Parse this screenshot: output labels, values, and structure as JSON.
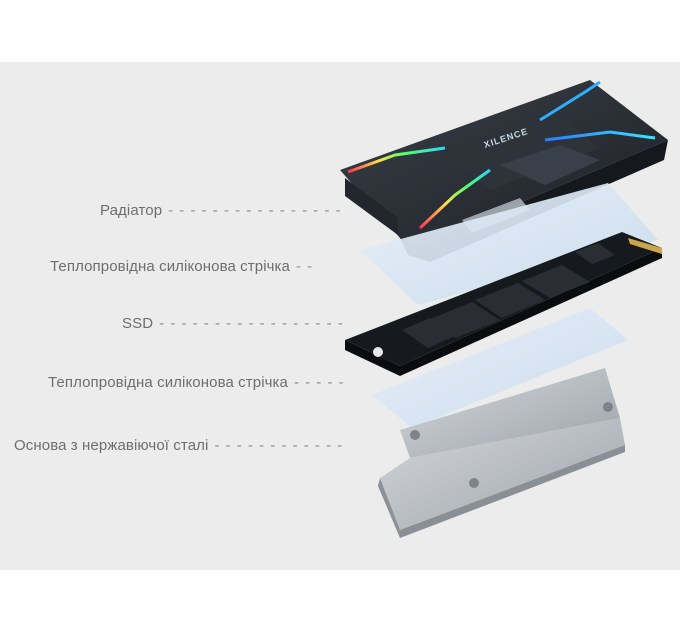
{
  "labels": {
    "radiator": "Радіатор",
    "radiator_dash": "- - - - - - - - - - - - - - - -",
    "pad_top": "Теплопровідна силіконова стрічка",
    "pad_top_dash": "- -",
    "ssd": "SSD",
    "ssd_dash": "- - - - - - - - - - - - - - - - -",
    "pad_bottom": "Теплопровідна силіконова стрічка",
    "pad_bottom_dash": "- - - - -",
    "base": "Основа з нержавіючої сталі",
    "base_dash": "- - - - - - - - - - - -"
  },
  "product": {
    "brand_logo": "XILENCE"
  },
  "colors": {
    "background": "#ececec",
    "label": "#6e6e6e",
    "heatsink": "#2a2e35",
    "pad": "#d9e6f2",
    "ssd": "#1c1f24",
    "base": "#b7bcc2"
  }
}
